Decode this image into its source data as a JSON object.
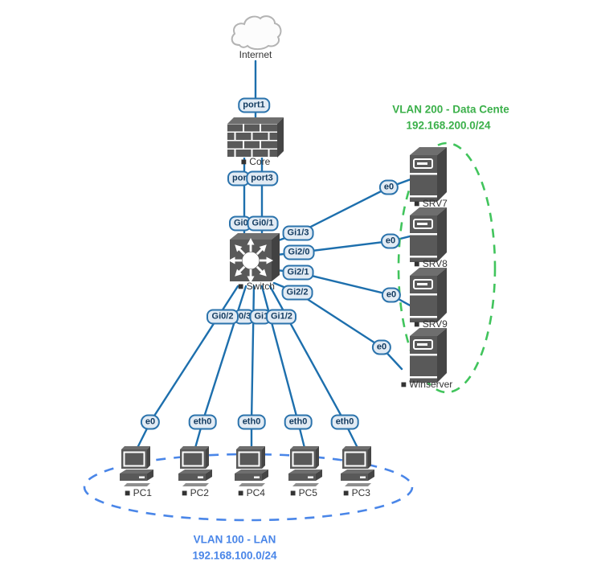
{
  "diagram_title": "network-topology",
  "devices": {
    "internet": "Internet",
    "firewall": "■ Core",
    "switch": "■ Switch",
    "servers": [
      "■ SRV7",
      "■ SRV8",
      "■ SRV9",
      "■ Winserver"
    ],
    "pcs": [
      "■ PC1",
      "■ PC2",
      "■ PC4",
      "■ PC5",
      "■ PC3"
    ]
  },
  "ports": {
    "internet_fw": "port1",
    "fw_left_partial": "por",
    "fw_right": "port3",
    "sw_up_left_partial": "Gi0",
    "sw_up_right": "Gi0/1",
    "sw_srv": [
      "Gi1/3",
      "Gi2/0",
      "Gi2/1",
      "Gi2/2"
    ],
    "sw_lan": [
      "Gi0/2",
      "0/3",
      "Gi1",
      "Gi1/2"
    ],
    "srv_if": [
      "e0",
      "e0",
      "e0",
      "e0"
    ],
    "pc_if": [
      "e0",
      "eth0",
      "eth0",
      "eth0",
      "eth0"
    ]
  },
  "zones": {
    "vlan200": {
      "title": "VLAN 200 - Data Cente",
      "subnet": "192.168.200.0/24",
      "color": "#3bb04a"
    },
    "vlan100": {
      "title": "VLAN 100 - LAN",
      "subnet": "192.168.100.0/24",
      "color": "#4a86e8"
    }
  },
  "colors": {
    "link": "#1d6fad",
    "pill_fill": "#e2ebf4",
    "pill_border": "#2b73ac",
    "pill_text": "#123a5f",
    "device_gray": "#595959",
    "label_text": "#333333",
    "vlan200_dash": "#41c45c",
    "vlan100_dash": "#4a86e8"
  }
}
